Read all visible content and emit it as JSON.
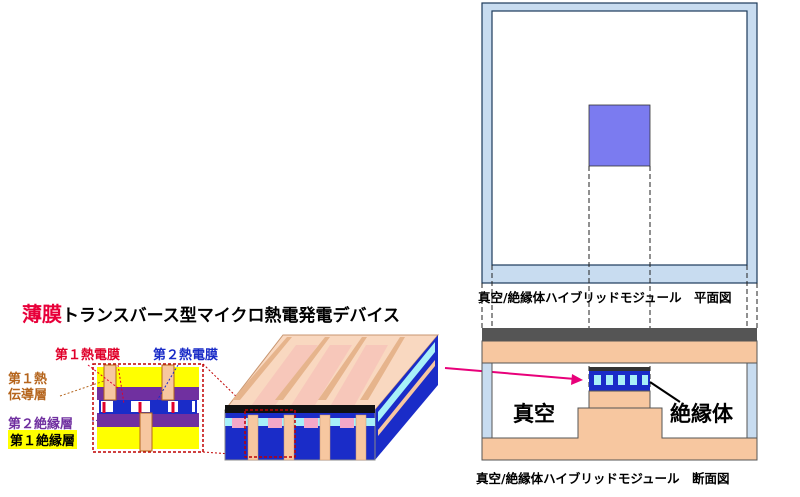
{
  "title": {
    "accent": "薄膜",
    "rest": "トランスバース型マイクロ熱電発電デバイス"
  },
  "left_labels": {
    "thermo1": "第１熱電膜",
    "thermo2": "第２熱電膜",
    "heat1_line1": "第１熱",
    "heat1_line2": "伝導層",
    "ins2": "第２絶縁層",
    "ins1": "第１絶縁層"
  },
  "right_labels": {
    "plan_caption": "真空/絶縁体ハイブリッドモジュール　平面図",
    "section_caption": "真空/絶縁体ハイブリッドモジュール　断面図",
    "vacuum": "真空",
    "insulator": "絶縁体"
  },
  "colors": {
    "accent_red": "#e8003a",
    "thermo1_red": "#e0002a",
    "thermo2_blue": "#1a2cc8",
    "heat_brown": "#b5651d",
    "ins2_purple": "#7030a0",
    "ins1_yellow": "#ffff00",
    "plan_square": "#7b7bf0",
    "frame_blue": "#c8dcf0",
    "substrate_orange": "#f7c7a0",
    "arrow_pink": "#e8007a"
  }
}
